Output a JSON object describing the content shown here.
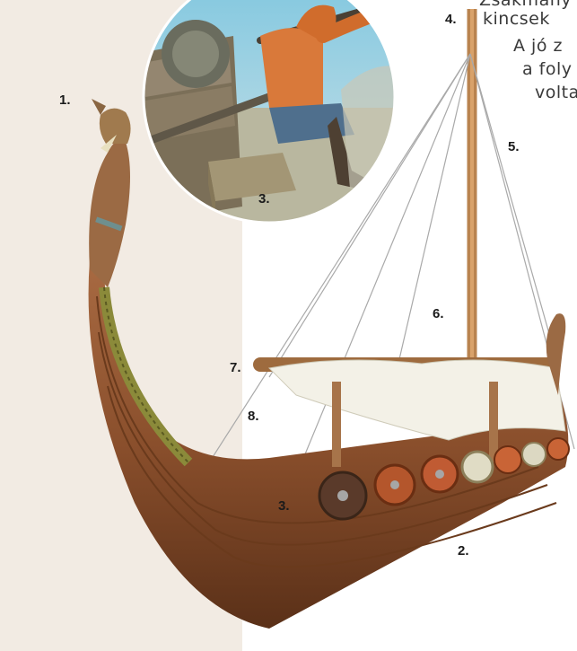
{
  "illustration": {
    "labels": {
      "l1": "1.",
      "l2": "2.",
      "l3_inset": "3.",
      "l3_ship": "3.",
      "l4": "4.",
      "l5": "5.",
      "l6": "6.",
      "l7": "7.",
      "l8": "8."
    },
    "text_lines": [
      "Zsákmány",
      "kincsek",
      "A jó z",
      "a foly",
      "volta"
    ]
  }
}
